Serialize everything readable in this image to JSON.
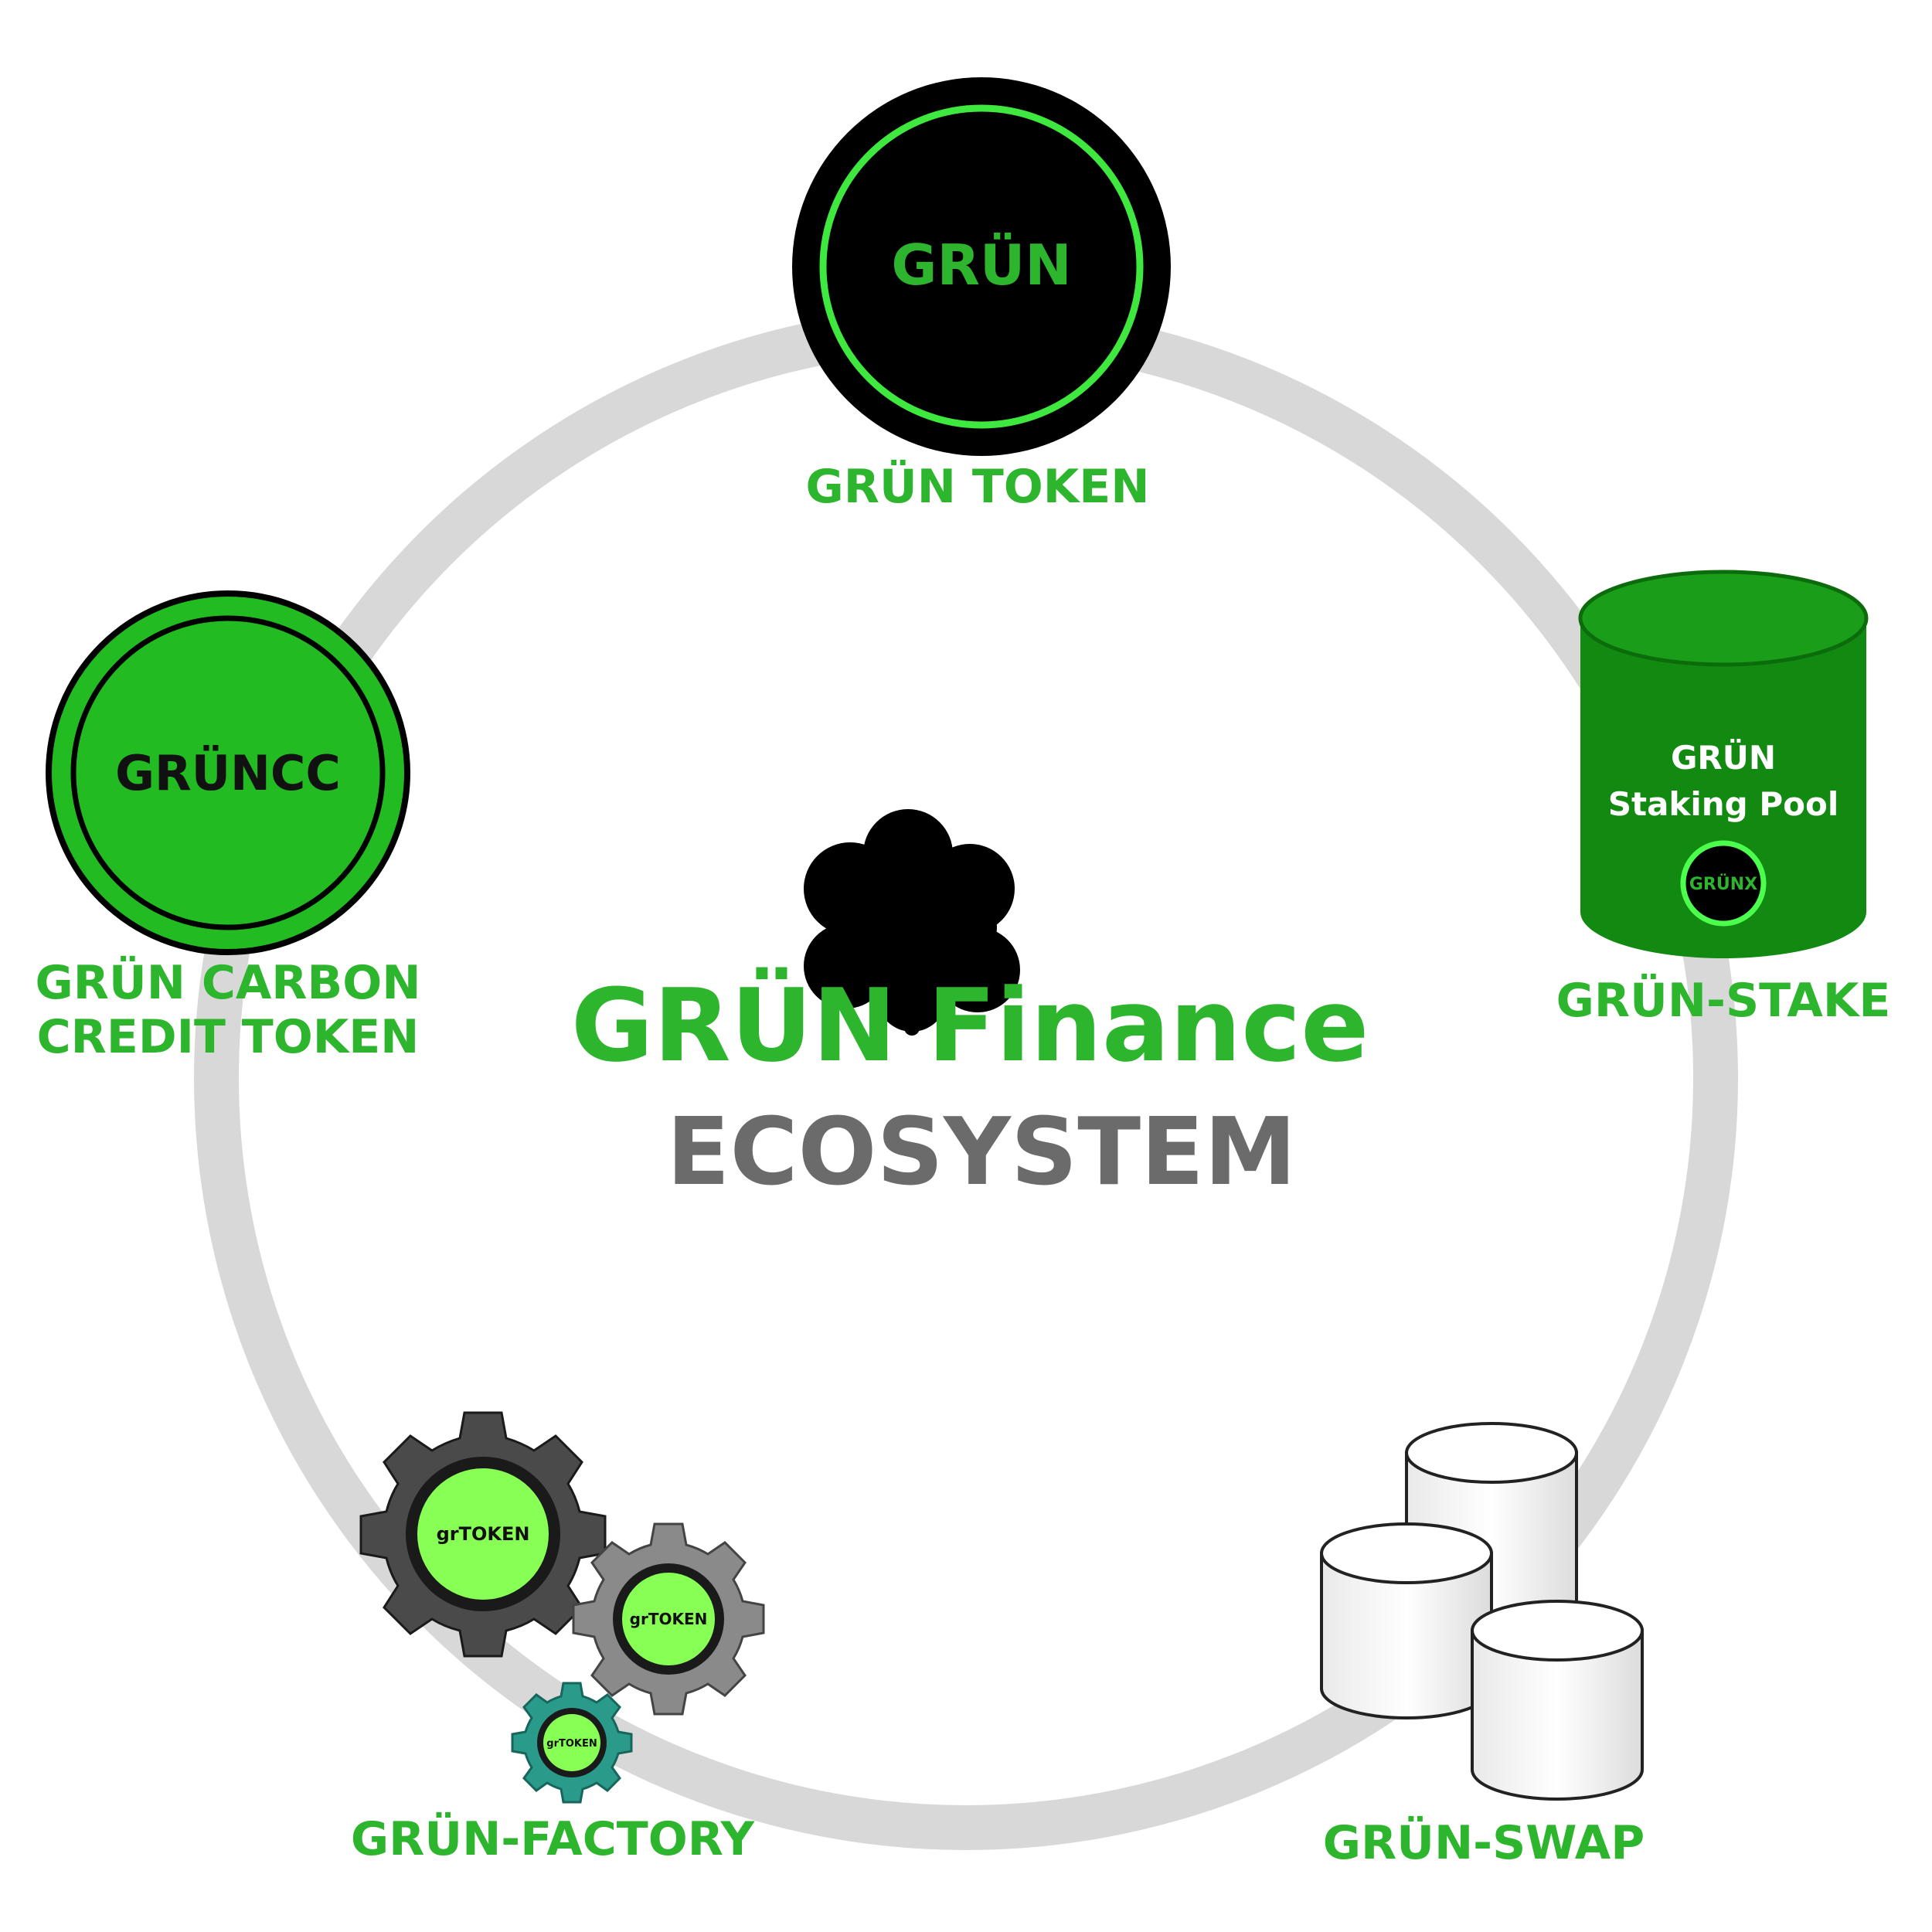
{
  "colors": {
    "ring": "#d8d8d8",
    "green": "#2db52d",
    "bright_green": "#3fe83f",
    "lime": "#88ff55",
    "dark_gray": "#4a4a4a",
    "mid_gray": "#8a8a8a",
    "teal": "#2a9a8a",
    "ecosystem_gray": "#6b6b6b",
    "black": "#000000"
  },
  "center": {
    "brand_main": "GRÜN",
    "brand_suffix": "Finance",
    "subtitle": "ECOSYSTEM",
    "icon": "tree-icon"
  },
  "nodes": {
    "token": {
      "badge_text": "GRÜN",
      "label": "GRÜN TOKEN"
    },
    "carbon": {
      "badge_text": "GRÜNCC",
      "label_line1": "GRÜN CARBON",
      "label_line2": "CREDIT TOKEN"
    },
    "stake": {
      "pool_line1": "GRÜN",
      "pool_line2": "Staking Pool",
      "coin_text": "GRÜNX",
      "label": "GRÜN-STAKE"
    },
    "factory": {
      "gear_large_text": "grTOKEN",
      "gear_medium_text": "grTOKEN",
      "gear_small_text": "grTOKEN",
      "label": "GRÜN-FACTORY"
    },
    "swap": {
      "label": "GRÜN-SWAP",
      "icon": "database-cylinders-icon"
    }
  }
}
